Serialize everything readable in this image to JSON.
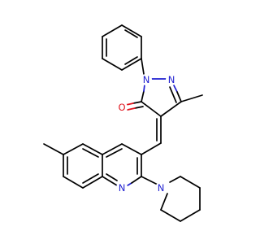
{
  "molecule": {
    "atom_labels": {
      "n_pyrazole_1": "N",
      "n_pyrazole_2": "N",
      "o_carbonyl": "O",
      "n_quinoline": "N",
      "n_piperidine": "N"
    },
    "colors": {
      "bond": "#000000",
      "nitrogen": "#1f1fd0",
      "oxygen": "#e0141e",
      "background": "#ffffff"
    }
  }
}
